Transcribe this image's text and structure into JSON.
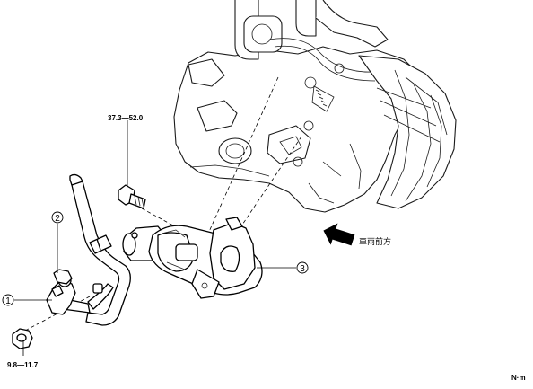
{
  "torque_labels": {
    "bolt_upper": "37.3—52.0",
    "nut_lower": "9.8—11.7"
  },
  "callouts": [
    {
      "number": "1",
      "part": "bracket"
    },
    {
      "number": "2",
      "part": "harness-clamp"
    },
    {
      "number": "3",
      "part": "starter-motor"
    }
  ],
  "direction_label": "車両前方",
  "unit_label": "N·m"
}
